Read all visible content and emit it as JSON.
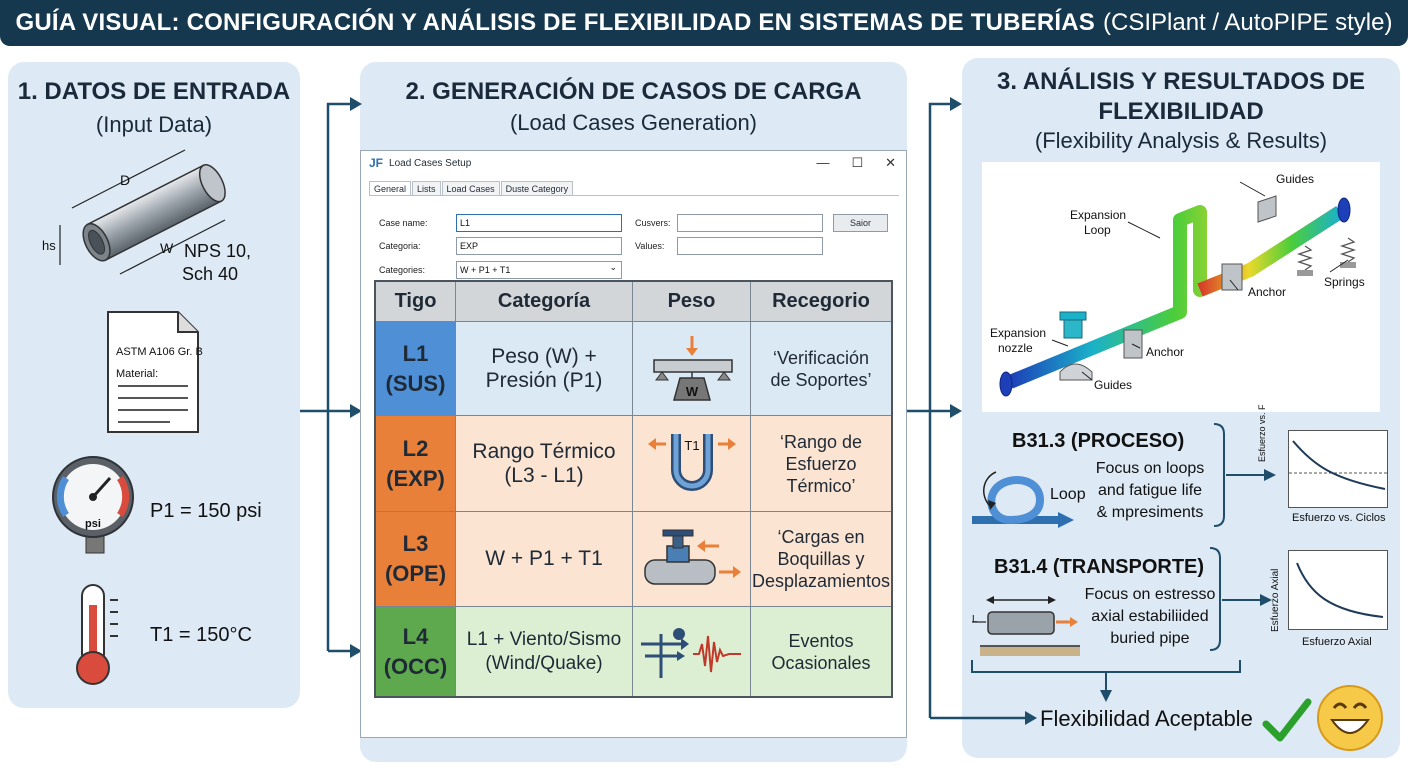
{
  "banner": {
    "title_bold": "GUÍA VISUAL: CONFIGURACIÓN Y ANÁLISIS DE FLEXIBILIDAD EN SISTEMAS DE TUBERÍAS",
    "title_light": "(CSIPlant / AutoPIPE style)"
  },
  "input": {
    "title": "1. DATOS DE ENTRADA",
    "subtitle": "(Input Data)",
    "pipe": {
      "d_label": "D",
      "w_label": "W",
      "h_label": "hs",
      "nps": "NPS 10,",
      "sch": "Sch 40"
    },
    "doc": {
      "line1": "ASTM A106 Gr. B",
      "line2": "Material:"
    },
    "gauge": {
      "unit": "psi",
      "value": "P1 = 150 psi"
    },
    "thermo": {
      "value": "T1 = 150°C"
    }
  },
  "loadcases": {
    "title": "2. GENERACIÓN DE CASOS DE CARGA",
    "subtitle": "(Load Cases Generation)",
    "dialog": {
      "icon": "JF",
      "title": "Load Cases Setup",
      "win_min": "—",
      "win_max": "☐",
      "win_close": "✕",
      "tabs": [
        "General",
        "Lists",
        "Load Cases",
        "Duste Category"
      ],
      "fields": {
        "case_name_label": "Case name:",
        "case_name_value": "L1",
        "categoria_label": "Categoria:",
        "categoria_value": "EXP",
        "categories_label": "Categories:",
        "categories_value": "W + P1 + T1",
        "cusvers_label": "Cusvers:",
        "cusvers_value": "",
        "values_label": "Values:",
        "values_value": "",
        "button": "Saior"
      },
      "dropdown_arrow": "⌄"
    },
    "table": {
      "headers": [
        "Tigo",
        "Categoría",
        "Peso",
        "Recegorio"
      ],
      "rows": [
        {
          "id1": "L1",
          "id2": "(SUS)",
          "cat1": "Peso (W) +",
          "cat2": "Presión (P1)",
          "rec1": "‘Verificación",
          "rec2": "de Soportes’",
          "rec3": "",
          "icon": "W",
          "id_color": "#4f8fd6",
          "bg": "#dbe9f5"
        },
        {
          "id1": "L2",
          "id2": "(EXP)",
          "cat1": "Rango Térmico",
          "cat2": "(L3 - L1)",
          "rec1": "‘Rango de",
          "rec2": "Esfuerzo",
          "rec3": "Térmico’",
          "icon": "T1",
          "id_color": "#e8803a",
          "bg": "#fbe4d2"
        },
        {
          "id1": "L3",
          "id2": "(OPE)",
          "cat1": "W + P1 + T1",
          "cat2": "",
          "rec1": "‘Cargas en",
          "rec2": "Boquillas y",
          "rec3": "Desplazamientos",
          "icon": "",
          "id_color": "#e8803a",
          "bg": "#fbe4d2"
        },
        {
          "id1": "L4",
          "id2": "(OCC)",
          "cat1": "L1 + Viento/Sismo",
          "cat2": "(Wind/Quake)",
          "rec1": "Eventos",
          "rec2": "Ocasionales",
          "rec3": "",
          "icon": "",
          "id_color": "#5ea94e",
          "bg": "#dcefd3"
        }
      ]
    }
  },
  "results": {
    "title1": "3. ANÁLISIS Y RESULTADOS DE",
    "title2": "FLEXIBILIDAD",
    "subtitle": "(Flexibility Analysis & Results)",
    "model_labels": {
      "guides_top": "Guides",
      "expansion_loop_1": "Expansion",
      "expansion_loop_2": "Loop",
      "anchor_right": "Anchor",
      "springs": "Springs",
      "expansion_nozzle_1": "Expansion",
      "expansion_nozzle_2": "nozzle",
      "anchor_mid": "Anchor",
      "guides_bottom": "Guides"
    },
    "b313": {
      "title": "B31.3 (PROCESO)",
      "loop_label": "Loop",
      "desc1": "Focus on loops",
      "desc2": "and fatigue life",
      "desc3": "& mpresiments",
      "graph_ylabel": "Esfuerzo vs. F",
      "graph_xlabel": "Esfuerzo vs. Ciclos"
    },
    "b314": {
      "title": "B31.4 (TRANSPORTE)",
      "small_label": "L",
      "desc1": "Focus on estresso",
      "desc2": "axial estabiliided",
      "desc3": "buried pipe",
      "graph_ylabel": "Esfuerzo Axial",
      "graph_xlabel": "Esfuerzo Axial"
    },
    "final": "Flexibilidad Aceptable"
  },
  "colors": {
    "banner": "#16384f",
    "panel": "#dde9f4",
    "arrow": "#1f4e6b",
    "sus": "#4f8fd6",
    "exp": "#e8803a",
    "occ": "#5ea94e",
    "check": "#2ca02c"
  }
}
